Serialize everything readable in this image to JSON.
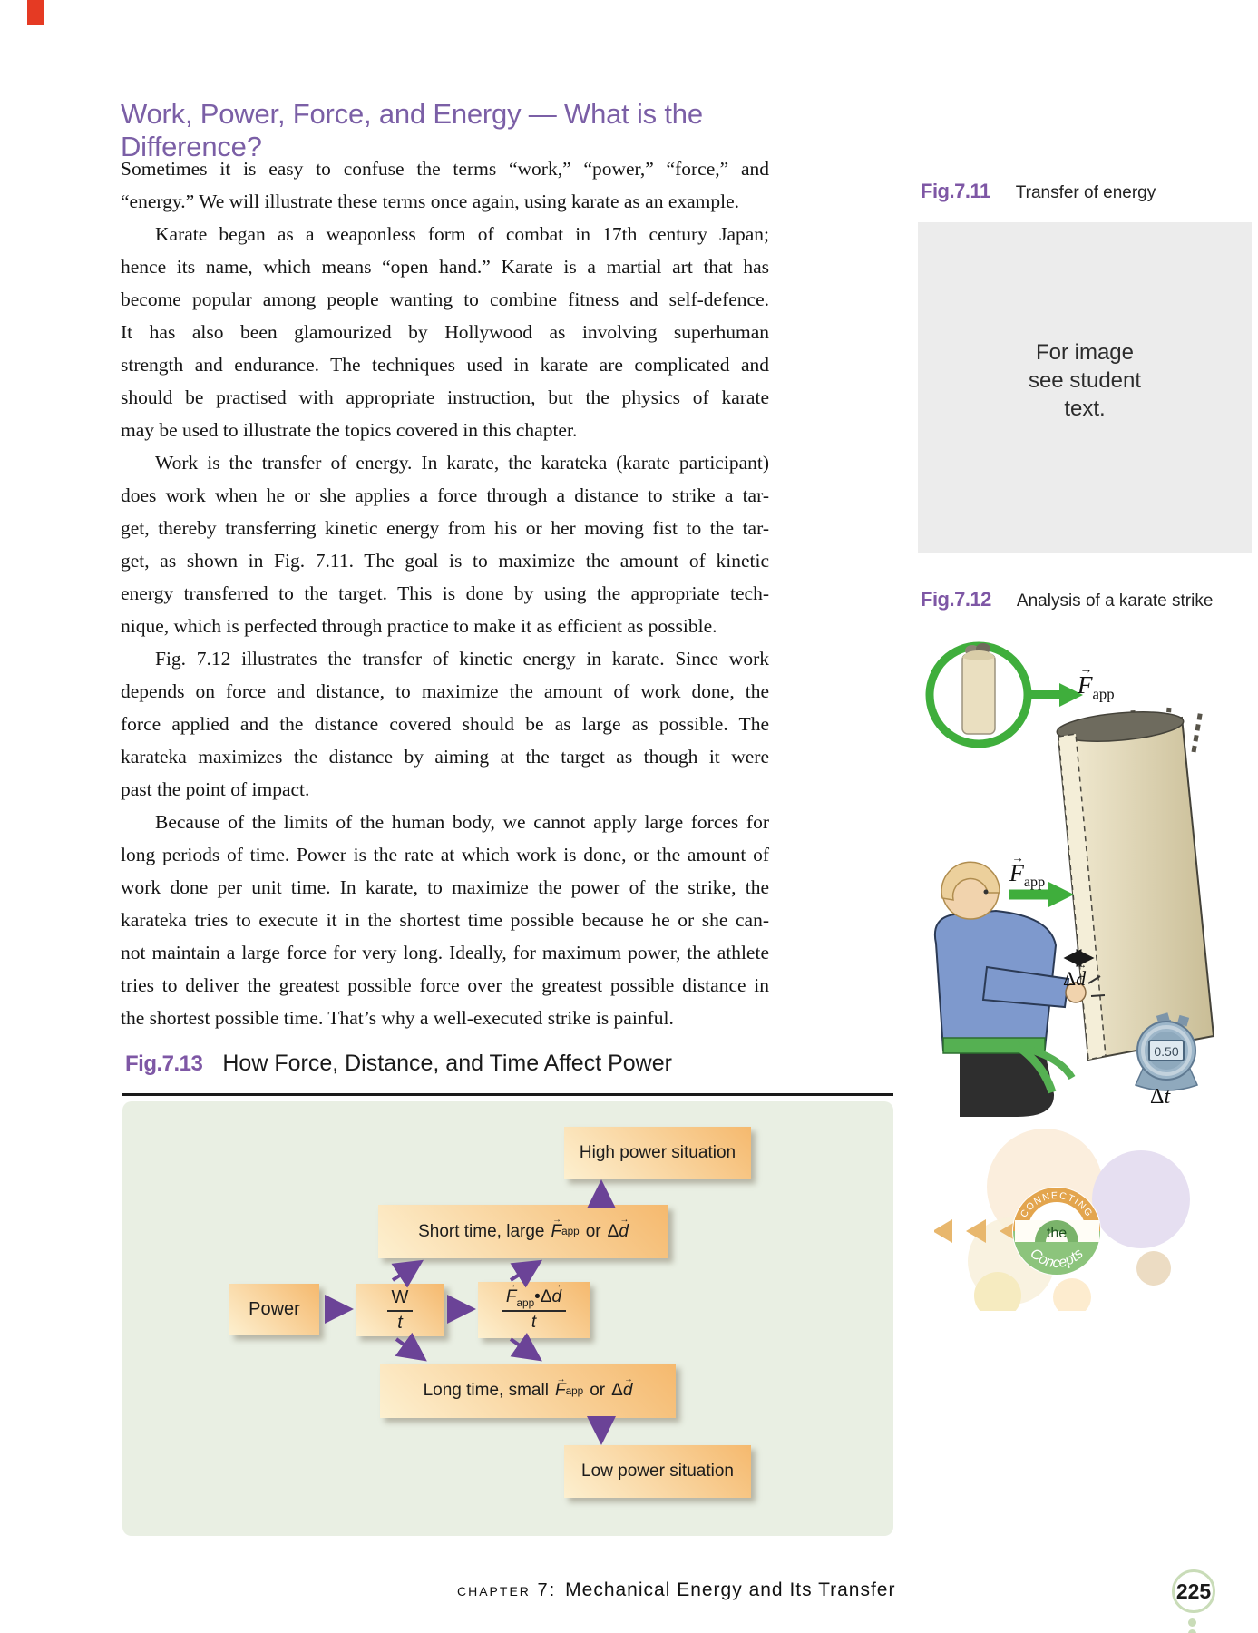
{
  "heading": {
    "title": "Work, Power, Force, and Energy — What is the Difference?"
  },
  "body": {
    "paragraphs": [
      {
        "lines": [
          "Sometimes it is easy to confuse the terms “work,” “power,” “force,” and",
          "“energy.” We will illustrate these terms once again, using karate as an example."
        ]
      },
      {
        "lines": [
          "Karate began as a weaponless form of combat in 17th century Japan;",
          "hence its name, which means “open hand.” Karate is a martial art that has",
          "become popular among people wanting to combine fitness and self-defence.",
          "It has also been glamourized by Hollywood as involving superhuman",
          "strength and endurance. The techniques used in karate are complicated and",
          "should be practised with appropriate instruction, but the physics of karate",
          "may be used to illustrate the topics covered in this chapter."
        ]
      },
      {
        "lines": [
          "Work is the transfer of energy. In karate, the karateka (karate participant)",
          "does work when he or she applies a force through a distance to strike a tar-",
          "get, thereby transferring kinetic energy from his or her moving fist to the tar-",
          "get, as shown in Fig. 7.11. The goal is to maximize the amount of kinetic",
          "energy transferred to the target. This is done by using the appropriate tech-",
          "nique, which is perfected through practice to make it as efficient as possible."
        ]
      },
      {
        "lines": [
          "Fig. 7.12 illustrates the transfer of kinetic energy in karate. Since work",
          "depends on force and distance, to maximize the amount of work done, the",
          "force applied and the distance covered should be as large as possible. The",
          "karateka maximizes the distance by aiming at the target as though it were",
          "past the point of impact."
        ]
      },
      {
        "lines": [
          "Because of the limits of the human body, we cannot apply large forces for",
          "long periods of time. Power is the rate at which work is done, or the amount of",
          "work done per unit time. In karate, to maximize the power of the strike, the",
          "karateka tries to execute it in the shortest time possible because he or she can-",
          "not maintain a large force for very long. Ideally, for maximum power, the athlete",
          "tries to deliver the greatest possible force over the greatest possible distance in",
          "the shortest possible time. That’s why a well-executed strike is painful."
        ]
      }
    ]
  },
  "fig11": {
    "label": "Fig.7.11",
    "caption": "Transfer of energy",
    "placeholder_lines": [
      "For image",
      "see student",
      "text."
    ]
  },
  "fig12": {
    "label": "Fig.7.12",
    "caption": "Analysis of a karate strike",
    "f": "F",
    "f_sub": "app",
    "delta": "Δ",
    "d": "d",
    "t": "t",
    "stopwatch_display": "0.50"
  },
  "fig13": {
    "label": "Fig.7.13",
    "caption": "How Force, Distance, and Time Affect Power",
    "boxes": {
      "power": "Power",
      "high": "High power situation",
      "low": "Low power situation",
      "short_pre": "Short time, large",
      "long_pre": "Long time, small",
      "f": "F",
      "f_sub": "app",
      "or": "or",
      "delta": "Δ",
      "d": "d",
      "w": "W",
      "t": "t",
      "dot": "•"
    }
  },
  "logo": {
    "top": "CONNECTING",
    "mid": "the",
    "bottom": "Concepts"
  },
  "footer": {
    "chapter": "chapter 7:",
    "title": "Mechanical Energy and Its Transfer",
    "page": "225"
  }
}
